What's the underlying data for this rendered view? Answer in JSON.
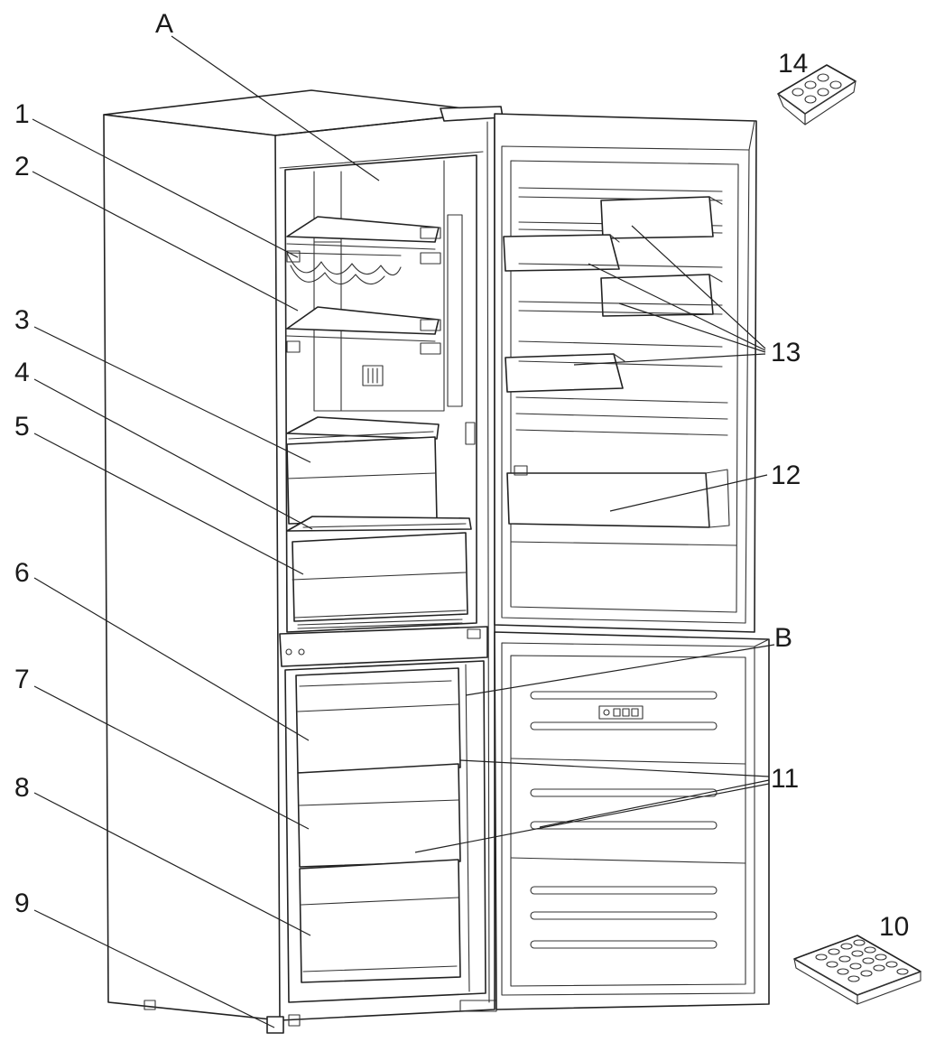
{
  "callouts": {
    "A": "A",
    "B": "B",
    "n1": "1",
    "n2": "2",
    "n3": "3",
    "n4": "4",
    "n5": "5",
    "n6": "6",
    "n7": "7",
    "n8": "8",
    "n9": "9",
    "n10": "10",
    "n11": "11",
    "n12": "12",
    "n13": "13",
    "n14": "14"
  },
  "icons": {
    "egg_tray": "egg-tray-icon",
    "ice_tray": "ice-tray-icon"
  },
  "colors": {
    "line": "#222222",
    "background": "#ffffff"
  }
}
